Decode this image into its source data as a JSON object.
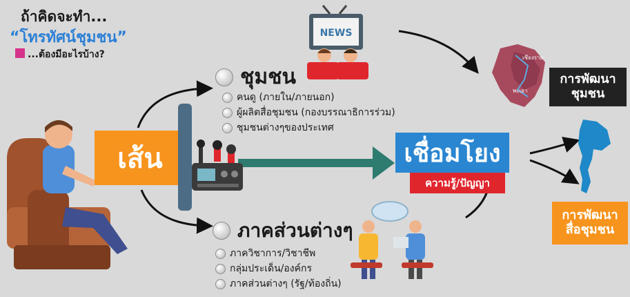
{
  "header": {
    "line1": "ถ้าคิดจะทำ...",
    "line2": "“โทรทัศน์ชุมชน”",
    "line3": "...ต้องมีอะไรบ้าง?",
    "accent_pink": "#d6338a",
    "accent_blue": "#2b7fd6"
  },
  "community": {
    "title": "ชุมชน",
    "items": [
      "คนดู (ภายใน/ภายนอก)",
      "ผู้ผลิตสื่อชุมชน (กองบรรณาธิการร่วม)",
      "ชุมชนต่างๆของประเทศ"
    ]
  },
  "sectors": {
    "title": "ภาคส่วนต่างๆ",
    "items": [
      "ภาควิชาการ/วิชาชีพ",
      "กลุ่มประเด็น/องค์กร",
      "ภาคส่วนต่างๆ (รัฐ/ท้องถิ่น)"
    ]
  },
  "center": {
    "orange_box": "เส้น",
    "blue_box": "เชื่อมโยง",
    "red_box": "ความรู้/ปัญญา"
  },
  "tv_label": "NEWS",
  "map_labels": {
    "top": "เชียงราย",
    "bottom": "พะเยา"
  },
  "outcomes": {
    "community_dev": "การพัฒนา\nชุมชน",
    "media_dev": "การพัฒนา\nสื่อชุมชน"
  },
  "colors": {
    "orange": "#f7941d",
    "blue": "#2a86d1",
    "red": "#e0262d",
    "teal": "#2e7b6f",
    "dark": "#222222"
  }
}
